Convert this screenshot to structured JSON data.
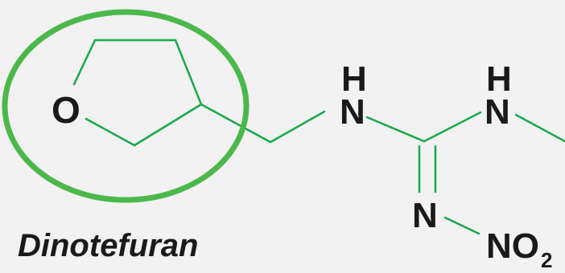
{
  "title": "Dinotefuran",
  "atoms": {
    "ring_oxygen": "O",
    "h_left": "H",
    "n_left": "N",
    "h_right": "H",
    "n_right": "N",
    "n_lower": "N",
    "nitro": "NO",
    "nitro_subscript": "2"
  },
  "colors": {
    "bond": "#19a84a",
    "highlight_ring": "#4cb84c",
    "text": "#1a1a1a",
    "background": "#f2f2f2"
  }
}
